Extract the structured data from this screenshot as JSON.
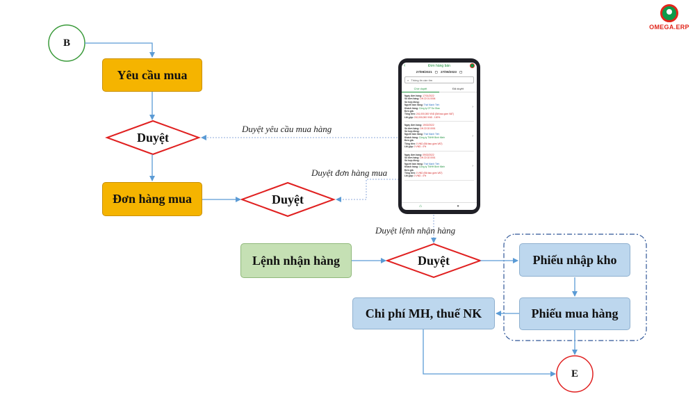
{
  "logo": {
    "text": "OMEGA.ERP"
  },
  "nodes": {
    "b": "B",
    "e": "E",
    "yeu_cau_mua": "Yêu cầu mua",
    "duyet_1": "Duyệt",
    "don_hang_mua": "Đơn hàng mua",
    "duyet_2": "Duyệt",
    "lenh_nhan_hang": "Lệnh nhận hàng",
    "duyet_3": "Duyệt",
    "phieu_nhap_kho": "Phiếu nhập kho",
    "phieu_mua_hang": "Phiếu mua hàng",
    "chi_phi": "Chi phí MH, thuế NK"
  },
  "labels": {
    "duyet_yeu_cau": "Duyệt yêu cầu mua hàng",
    "duyet_don_hang": "Duyệt đơn hàng mua",
    "duyet_lenh": "Duyệt lệnh nhận hàng"
  },
  "phone": {
    "title": "Đơn hàng bán",
    "date_from": "27/09/2021",
    "date_to": "27/09/2023",
    "search_placeholder": "Thông tin cần tìm",
    "tabs": [
      "Chờ duyệt",
      "Đã duyệt"
    ],
    "orders": [
      {
        "date_label": "Ngày đơn hàng:",
        "date": "17/01/2022",
        "no_label": "Số đơn hàng:",
        "no": "DH.22.01.0004",
        "contract_label": "Số hợp đồng:",
        "seller_label": "Người bán hàng:",
        "seller": "Thái Mạnh Tiến",
        "customer_label": "Khách hàng:",
        "customer": "Công ty CP Sư Giao",
        "price_label": "Đơn giá:",
        "total_label": "Tổng tiền:",
        "total": "241,000,000 VND (Đã bao gồm VAT)",
        "profit_label": "Lãi gộp:",
        "profit": "210,000,000 VND - 100%"
      },
      {
        "date_label": "Ngày đơn hàng:",
        "date": "19/02/2022",
        "no_label": "Số đơn hàng:",
        "no": "DH.22.02.0001",
        "contract_label": "Số hợp đồng:",
        "seller_label": "Người bán hàng:",
        "seller": "Thái Mạnh Tiến",
        "customer_label": "Khách hàng:",
        "customer": "Công ty TNHH Bình Minh",
        "price_label": "Đơn giá:",
        "total_label": "Tổng tiền:",
        "total": "0 VND (Đã bao gồm VAT)",
        "profit_label": "Lãi gộp:",
        "profit": "0 VND - 0%"
      },
      {
        "date_label": "Ngày đơn hàng:",
        "date": "09/02/2022",
        "no_label": "Số đơn hàng:",
        "no": "DH.22.02.0001",
        "contract_label": "Số hợp đồng:",
        "seller_label": "Người bán hàng:",
        "seller": "Thái Mạnh Tiến",
        "customer_label": "Khách hàng:",
        "customer": "Công ty TNHH Bình Minh",
        "price_label": "Đơn giá:",
        "total_label": "Tổng tiền:",
        "total": "0 VND (Đã bao gồm VAT)",
        "profit_label": "Lãi gộp:",
        "profit": "0 VND - 0%"
      }
    ]
  },
  "colors": {
    "yellow_box": "#f5b400",
    "green_box": "#c5e0b4",
    "blue_box": "#bdd7ee",
    "diamond_border": "#e02020",
    "connector": "#5b9bd5",
    "accent_green": "#1a8f3a"
  }
}
